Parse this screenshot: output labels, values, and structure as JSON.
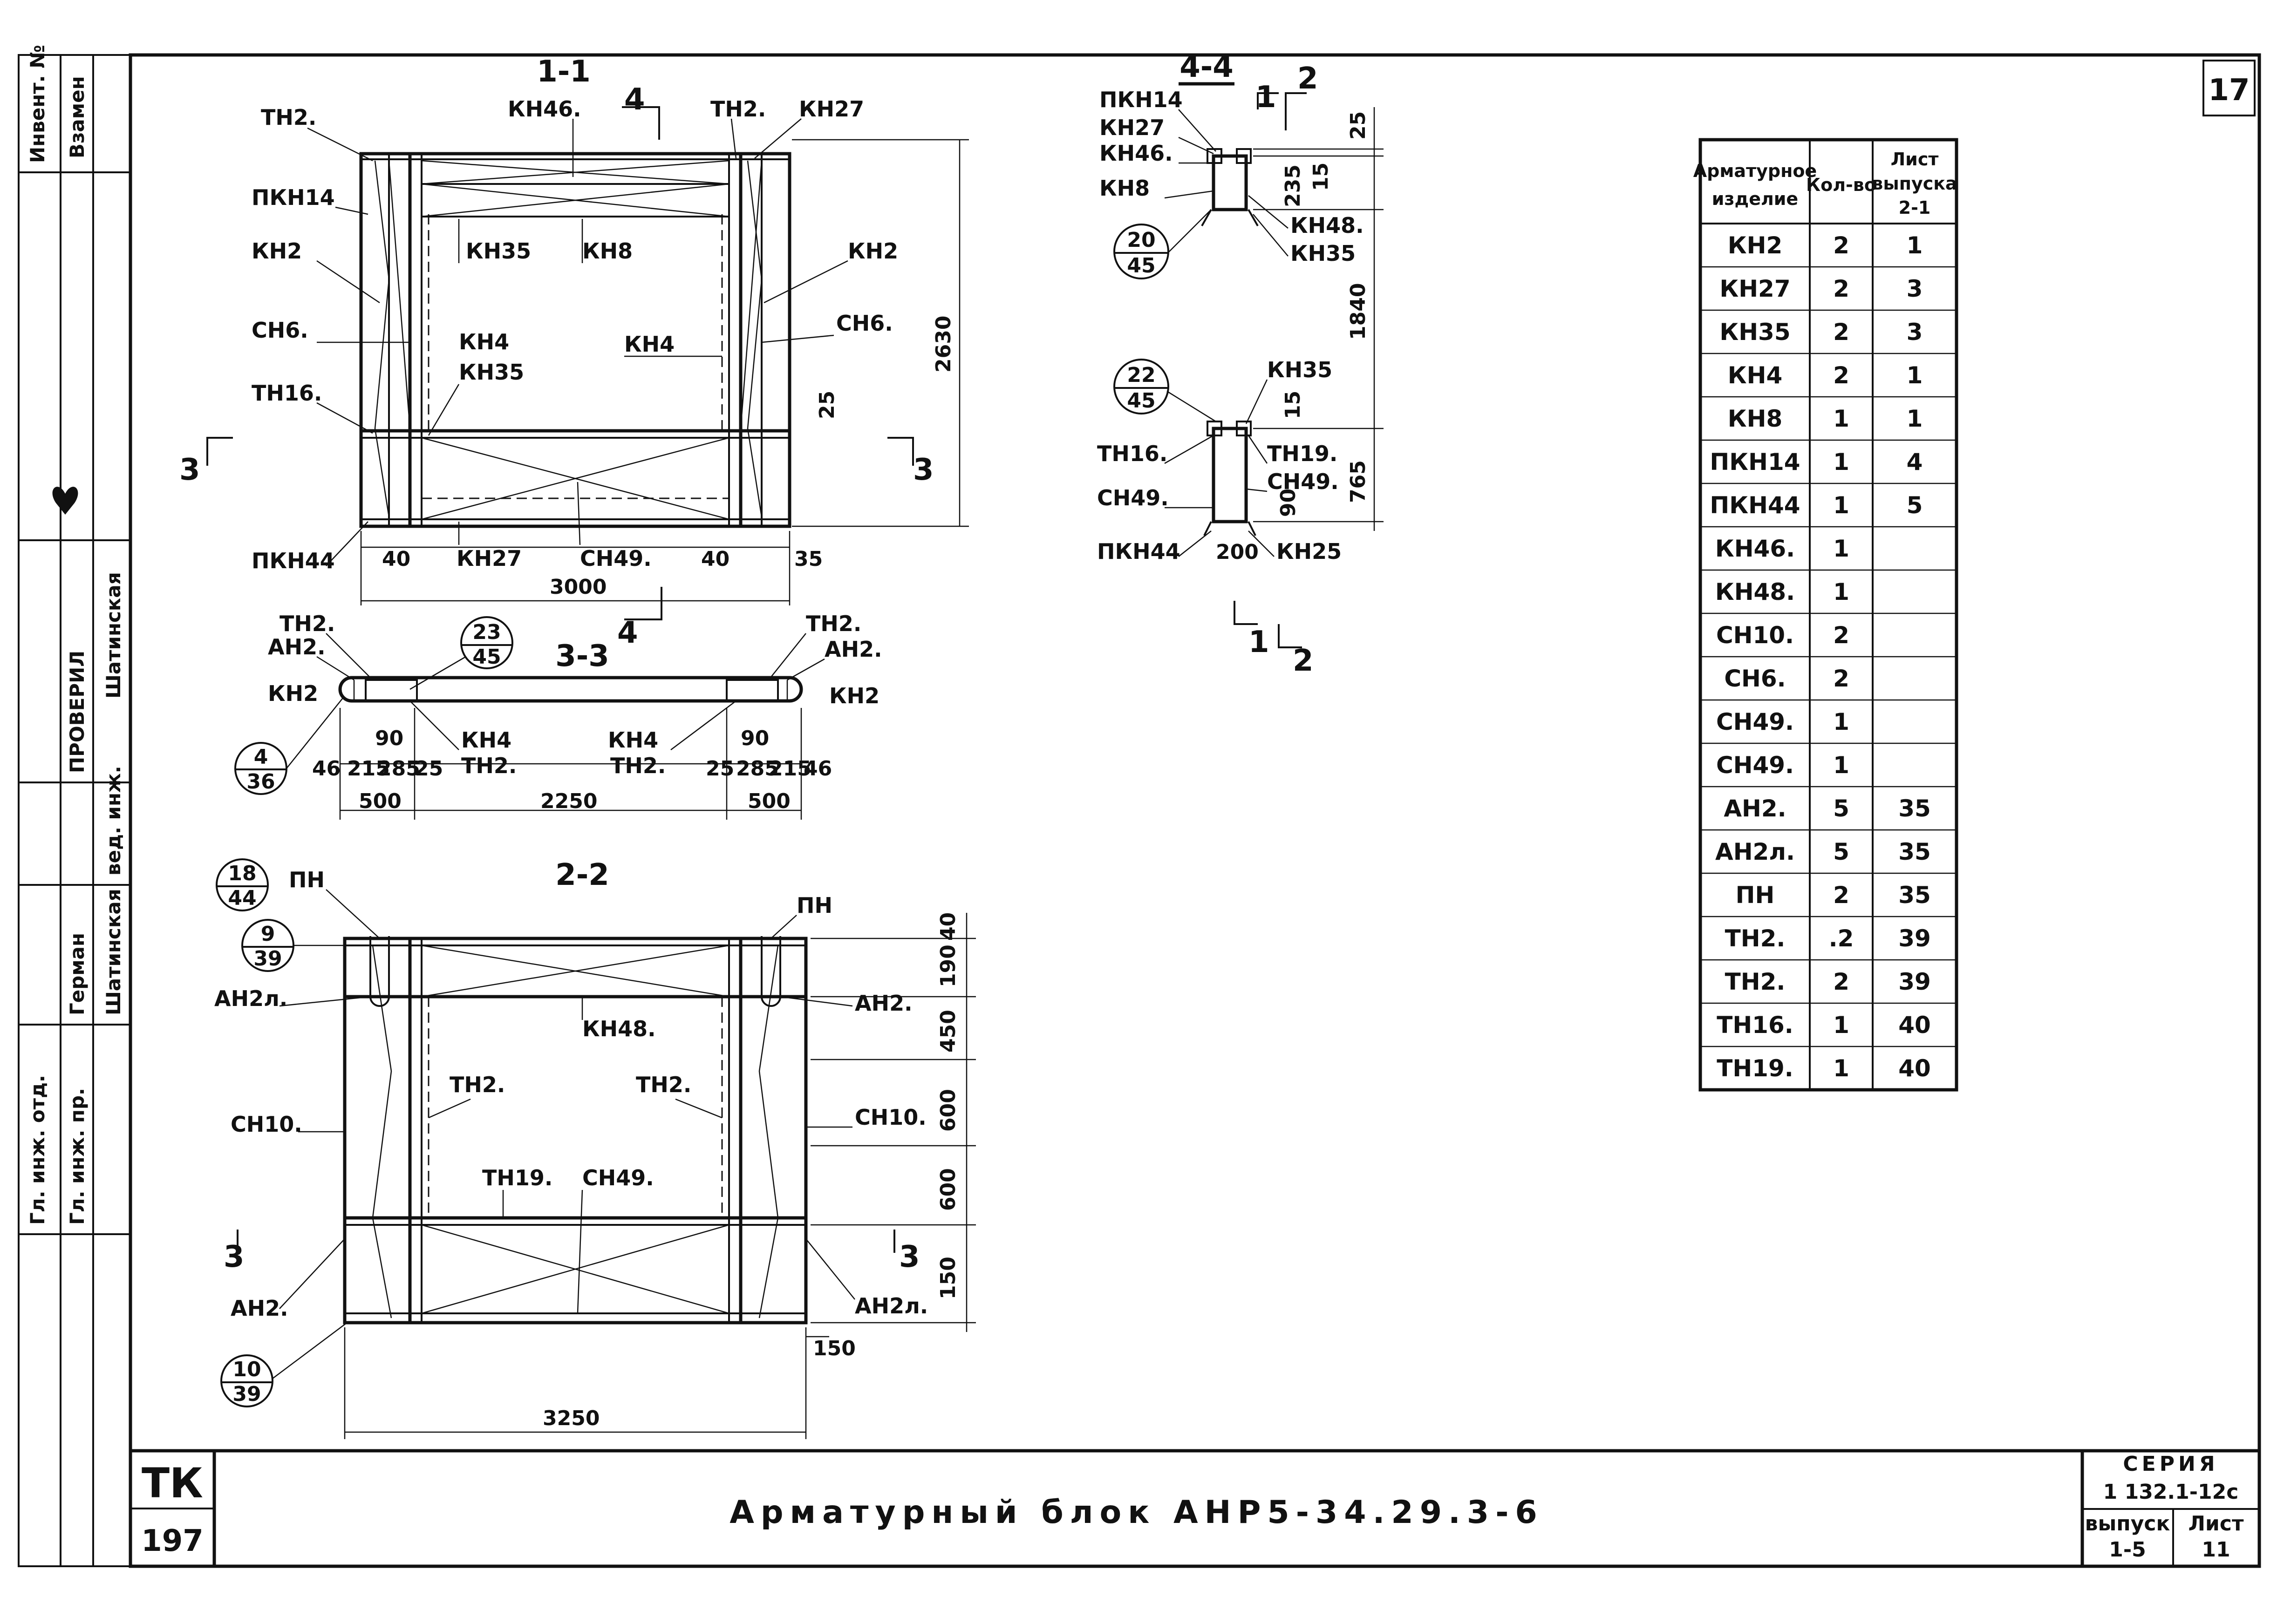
{
  "sheet_number": "17",
  "title": "Арматурный блок АНР5-34.29.3-6",
  "stamp": {
    "series_label": "СЕРИЯ",
    "series_value": "1 132.1-12с",
    "issue_label": "выпуск",
    "issue_value": "1-5",
    "sheet_label": "Лист",
    "sheet_value": "11",
    "tk": "ТК",
    "tk_number": "197"
  },
  "left_strip": {
    "inv": "Инвент. №",
    "vzamen": "Взамен",
    "checked": "ПРОВЕРИЛ",
    "ved_inzh": "вед. инж.",
    "name_shatinskaya": "Шатинская",
    "name_german": "Герман",
    "gl_inzh_proekta": "Гл. инж. пр.",
    "gl_inzh_otd": "Гл. инж. отд."
  },
  "sections": {
    "s11": "1-1",
    "s22": "2-2",
    "s33": "3-3",
    "s44": "4-4"
  },
  "cut_marks": [
    "1",
    "2",
    "3",
    "4"
  ],
  "view_11": {
    "labels": [
      "ТН2.",
      "КН46.",
      "ТН2.",
      "КН27",
      "ПКН14",
      "КН2",
      "КН2",
      "КН35",
      "КН8",
      "СН6.",
      "СН6.",
      "КН4",
      "КН35",
      "КН4",
      "ТН16.",
      "ПКН44",
      "КН27",
      "СН49."
    ],
    "dims": [
      "40",
      "40",
      "35",
      "3000",
      "2630",
      "25"
    ]
  },
  "view_33": {
    "labels": [
      "ТН2.",
      "АН2.",
      "КН2",
      "КН4",
      "ТН2.",
      "ТН2.",
      "АН2.",
      "КН2",
      "КН4",
      "ТН2."
    ],
    "callouts": [
      {
        "top": "23",
        "bottom": "45"
      },
      {
        "top": "4",
        "bottom": "36"
      }
    ],
    "dims_left": [
      "46",
      "215",
      "285",
      "25",
      "90",
      "500"
    ],
    "dims_right": [
      "25",
      "285",
      "215",
      "46",
      "90",
      "500"
    ],
    "dim_mid": "2250"
  },
  "view_22": {
    "labels": [
      "ПН",
      "ПН",
      "АН2л.",
      "АН2.",
      "КН48.",
      "ТН2.",
      "ТН2.",
      "СН10.",
      "СН10.",
      "ТН19.",
      "СН49.",
      "АН2.",
      "АН2л."
    ],
    "callouts": [
      {
        "top": "18",
        "bottom": "44"
      },
      {
        "top": "9",
        "bottom": "39"
      },
      {
        "top": "10",
        "bottom": "39"
      }
    ],
    "dims_right": [
      "40",
      "190",
      "450",
      "600",
      "600",
      "150"
    ],
    "dim_side": "150",
    "dim_bottom": "3250"
  },
  "view_44": {
    "labels_top": [
      "ПКН14",
      "КН27",
      "КН46.",
      "КН8",
      "КН48.",
      "КН35"
    ],
    "labels_bottom": [
      "КН35",
      "ТН16.",
      "ТН19.",
      "СН49.",
      "СН49.",
      "ПКН44",
      "КН25"
    ],
    "callouts": [
      {
        "top": "20",
        "bottom": "45"
      },
      {
        "top": "22",
        "bottom": "45"
      }
    ],
    "dims": [
      "25",
      "235",
      "15",
      "1840",
      "15",
      "765",
      "90",
      "200"
    ]
  },
  "spec_table": {
    "headers": [
      "Арматурное изделие",
      "Кол-во",
      "Лист выпуска 2-1"
    ],
    "rows": [
      [
        "КН2",
        "2",
        "1"
      ],
      [
        "КН27",
        "2",
        "3"
      ],
      [
        "КН35",
        "2",
        "3"
      ],
      [
        "КН4",
        "2",
        "1"
      ],
      [
        "КН8",
        "1",
        "1"
      ],
      [
        "ПКН14",
        "1",
        "4"
      ],
      [
        "ПКН44",
        "1",
        "5"
      ],
      [
        "КН46.",
        "1",
        ""
      ],
      [
        "КН48.",
        "1",
        ""
      ],
      [
        "СН10.",
        "2",
        ""
      ],
      [
        "СН6.",
        "2",
        ""
      ],
      [
        "СН49.",
        "1",
        ""
      ],
      [
        "СН49.",
        "1",
        ""
      ],
      [
        "АН2.",
        "5",
        "35"
      ],
      [
        "АН2л.",
        "5",
        "35"
      ],
      [
        "ПН",
        "2",
        "35"
      ],
      [
        "ТН2.",
        ".2",
        "39"
      ],
      [
        "ТН2.",
        "2",
        "39"
      ],
      [
        "ТН16.",
        "1",
        "40"
      ],
      [
        "ТН19.",
        "1",
        "40"
      ]
    ]
  }
}
